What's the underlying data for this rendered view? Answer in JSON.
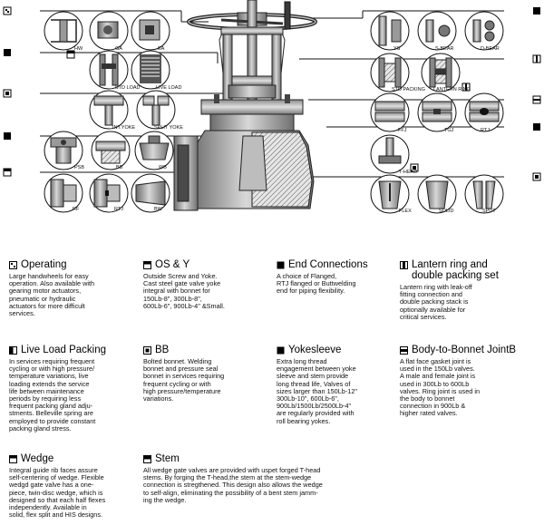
{
  "diagram": {
    "callouts_left": [
      "HW",
      "GA",
      "EA",
      "STD LOAD",
      "LIVE LOAD",
      "INT.YOKE",
      "SPLIT YOKE",
      "PSB",
      "BB",
      "WB",
      "RF",
      "RTJ",
      "BW"
    ],
    "callouts_right": [
      "YS",
      "S-BEAR",
      "D-BEAR",
      "STD PACKING",
      "LANTERN RING",
      "FFJ",
      "TGJ",
      "RTJ",
      "T-HEAD",
      "FLEX",
      "SOLID",
      "SPUT"
    ]
  },
  "sections": {
    "operating": {
      "icon": "operating-icon",
      "title": "Operating",
      "body": [
        "Large handwheels for easy",
        "operation. Also available with",
        "gearing motor actuators,",
        "pneumatic or hydraulic",
        "actuators for more difficult",
        "services."
      ]
    },
    "os_y": {
      "icon": "os-y-icon",
      "title": "OS & Y",
      "body": [
        "Outside Screw and Yoke.",
        "Cast steel gate valve yoke",
        "integral with bonnet for",
        "150Lb-8\", 300Lb-8\",",
        "600Lb-6\", 900Lb-4\" &Small."
      ]
    },
    "end_connections": {
      "icon": "end-connections-icon",
      "title": "End Connections",
      "body": [
        "A choice of Flanged,",
        "RTJ flanged or Buttwelding",
        "end for piping flexibility."
      ]
    },
    "lantern_ring": {
      "icon": "lantern-ring-icon",
      "title": [
        "Lantern ring and",
        "double packing set"
      ],
      "body": [
        "Lantern ring with leak-off",
        "fitting connection and",
        "double packing stack is",
        "optionally available for",
        "critical services."
      ]
    },
    "live_load": {
      "icon": "live-load-icon",
      "title": "Live Load Packing",
      "body": [
        "In services requiring frequent",
        "cycling or with high pressure/",
        "temperature variations, live",
        "loading extends the service",
        "life between maintenance",
        "periods by requiring less",
        "frequent packing gland adju-",
        "stments. Belleville spring are",
        "employed to provide constant",
        "packing gland stress."
      ]
    },
    "bb": {
      "icon": "bb-icon",
      "title": "BB",
      "body": [
        "Bolted bonnet. Welding",
        "bonnet and pressure seal",
        "bonnet in services requiring",
        "frequent cycling or with",
        "high pressure/temperature",
        "variations."
      ]
    },
    "yokesleeve": {
      "icon": "yokesleeve-icon",
      "title": "Yokesleeve",
      "body": [
        "Extra long thread",
        "engagement between yoke",
        "sleeve and stem provide",
        "long thread life, Valves of",
        "sizes larger than 150Lb-12\"",
        "300Lb-10\", 600Lb-6\",",
        "900Lb/1500Lb/2500Lb-4\"",
        "are regularly provided with",
        "roll bearing yokes."
      ]
    },
    "body_bonnet": {
      "icon": "body-bonnet-icon",
      "title": "Body-to-Bonnet JointB",
      "body": [
        "A flat face gasket joint is",
        "used in the 150Lb valves.",
        "A male and female joint is",
        "used in 300Lb to 600Lb",
        "valves. Ring joint is used in",
        "the body to bonnet",
        "connection in 900Lb &",
        "higher rated valves."
      ]
    },
    "wedge": {
      "icon": "wedge-icon",
      "title": "Wedge",
      "body": [
        "Integral guide rib faces assure",
        "self-centering of wedge. Flexible",
        "wedgd gate valve has a one-",
        "piece, twin-disc wedge, which is",
        "designed so that each half flexes",
        "independently. Available in",
        "solid, flex split and HIS designs."
      ]
    },
    "stem": {
      "icon": "stem-icon",
      "title": "Stem",
      "body": [
        "All wedge gate valves are provided with uspet forged T-head",
        "stems. By forging the T-head,the stem at the stem-wedge",
        "connection is stregthened. This design also allows the wedge",
        "to self-align, eliminating the possibility of a bent stem jamm-",
        "ing the wedge."
      ]
    }
  }
}
